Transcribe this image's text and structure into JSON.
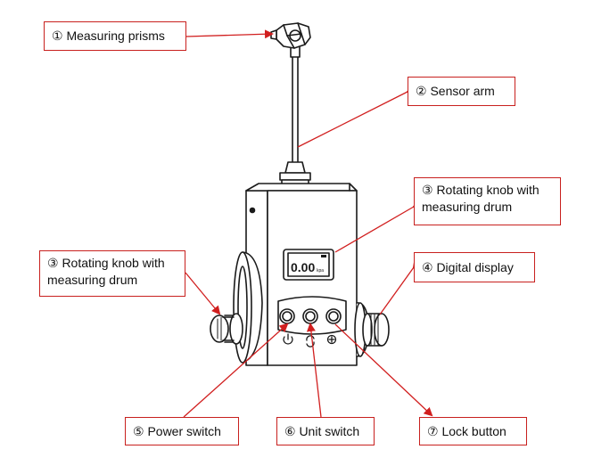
{
  "diagram": {
    "callouts": [
      {
        "id": "measuring-prisms",
        "text": "① Measuring prisms"
      },
      {
        "id": "sensor-arm",
        "text": "② Sensor arm"
      },
      {
        "id": "rotating-knob-right",
        "lines": [
          "③ Rotating knob with",
          "measuring drum"
        ]
      },
      {
        "id": "rotating-knob-left",
        "lines": [
          "③ Rotating knob with",
          "measuring drum"
        ]
      },
      {
        "id": "digital-display",
        "text": "④ Digital display"
      },
      {
        "id": "power-switch",
        "text": "⑤ Power switch"
      },
      {
        "id": "unit-switch",
        "text": "⑥ Unit switch"
      },
      {
        "id": "lock-button",
        "text": "⑦ Lock button"
      }
    ],
    "display": {
      "reading": "0.00",
      "unit": "kpa"
    },
    "colors": {
      "callout_border": "#c8201e",
      "arrow": "#d11f1f",
      "line_art": "#1a1a1a"
    }
  }
}
